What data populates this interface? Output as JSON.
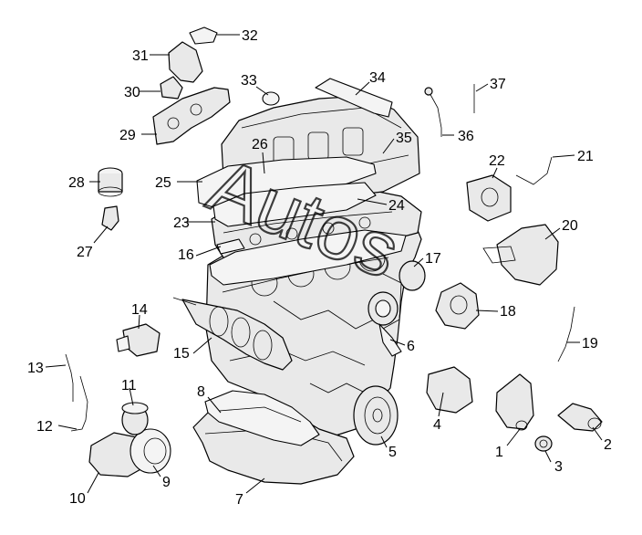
{
  "callouts": [
    "1",
    "2",
    "3",
    "4",
    "5",
    "6",
    "7",
    "8",
    "9",
    "10",
    "11",
    "12",
    "13",
    "14",
    "15",
    "16",
    "17",
    "18",
    "19",
    "20",
    "21",
    "22",
    "23",
    "24",
    "25",
    "26",
    "27",
    "28",
    "29",
    "30",
    "31",
    "32",
    "33",
    "34",
    "35",
    "36",
    "37"
  ],
  "watermark": "Autos"
}
